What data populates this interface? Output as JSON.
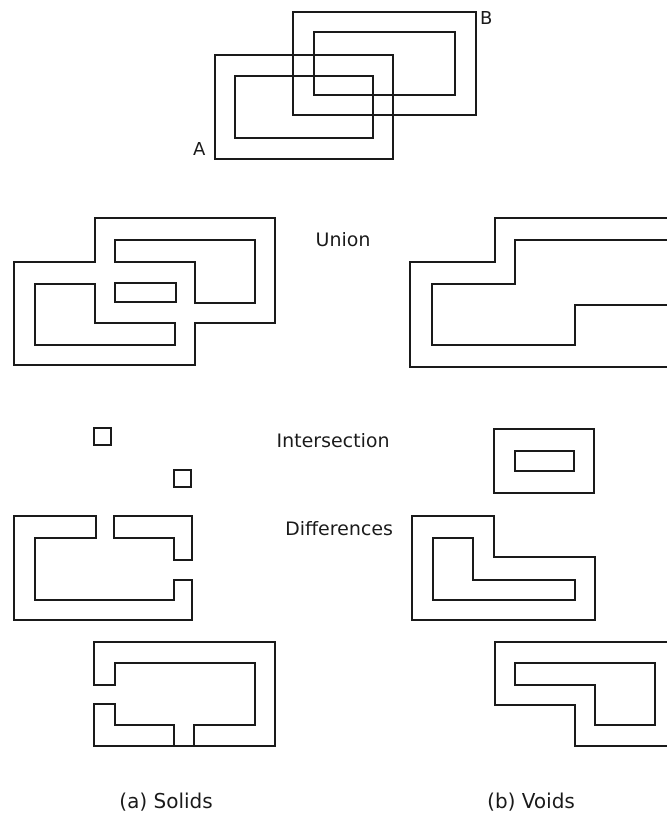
{
  "labels": {
    "a": "A",
    "b": "B",
    "union": "Union",
    "intersection": "Intersection",
    "differences": "Differences",
    "solids": "(a) Solids",
    "voids": "(b) Voids"
  },
  "colors": {
    "line": "#1a1a1a",
    "background": "#ffffff"
  }
}
